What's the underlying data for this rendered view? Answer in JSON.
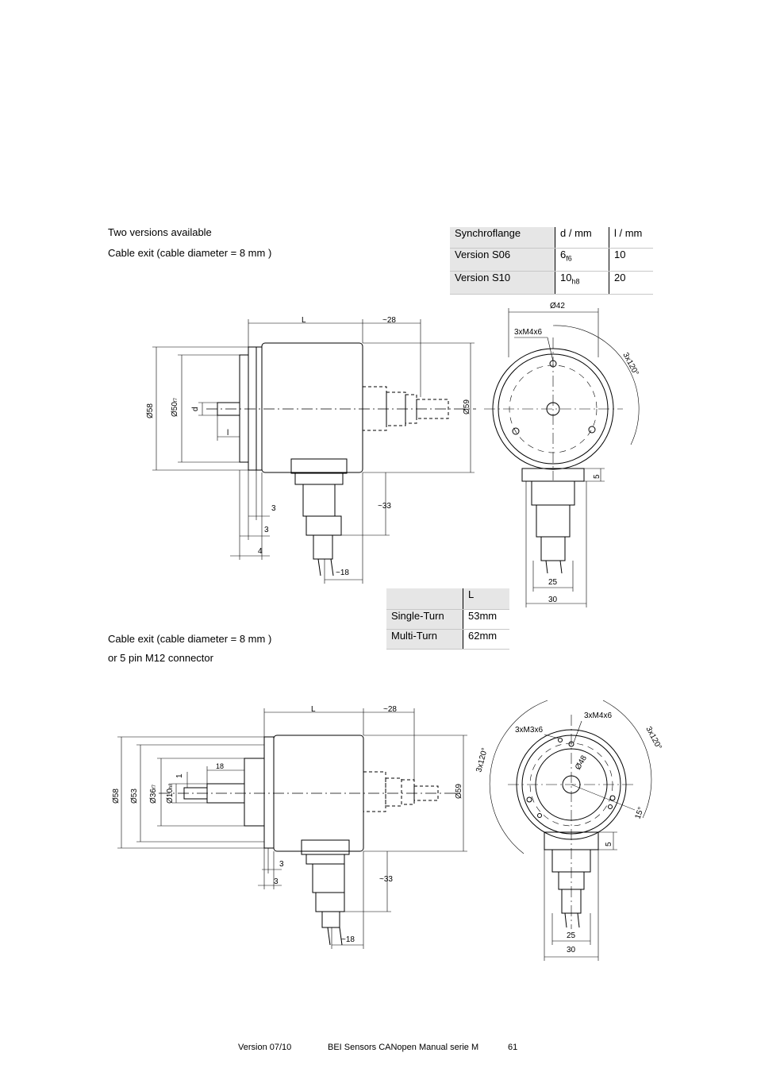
{
  "section1": {
    "line1": "Two versions available",
    "line2": "Cable exit (cable diameter = 8 mm )"
  },
  "flange_table": {
    "headers": [
      "Synchroflange",
      "d / mm",
      "l / mm"
    ],
    "rows": [
      {
        "name": "Version S06",
        "d": "6",
        "d_tol": "f6",
        "l": "10"
      },
      {
        "name": "Version S10",
        "d": "10",
        "d_tol": "h8",
        "l": "20"
      }
    ]
  },
  "length_table": {
    "header": "L",
    "rows": [
      {
        "name": "Single-Turn",
        "value": "53mm"
      },
      {
        "name": "Multi-Turn",
        "value": "62mm"
      }
    ]
  },
  "section2": {
    "line1": "Cable exit (cable diameter = 8 mm )",
    "line2": "or 5 pin M12 connector"
  },
  "drawing1": {
    "L": "L",
    "cable": "~28",
    "d58": "Ø58",
    "d50": "Ø50",
    "d50_tol": "f7",
    "d": "d",
    "l": "l",
    "d59": "Ø59",
    "dim3a": "3",
    "dim3b": "3",
    "dim4": "4",
    "dim33": "~33",
    "dim18": "~18"
  },
  "drawing1_front": {
    "d42": "Ø42",
    "thread": "3xM4x6",
    "angle": "3x120°",
    "dim5": "5",
    "dim25": "25",
    "dim30": "30"
  },
  "drawing2": {
    "L": "L",
    "cable": "~28",
    "d58": "Ø58",
    "d53": "Ø53",
    "d36": "Ø36",
    "d36_tol": "f7",
    "d10": "Ø10",
    "d10_tol": "h8",
    "dim1": "1",
    "dim18s": "18",
    "d59": "Ø59",
    "dim3a": "3",
    "dim3b": "3",
    "dim33": "~33",
    "dim18": "~18"
  },
  "drawing2_front": {
    "thread4": "3xM4x6",
    "thread3": "3xM3x6",
    "angle_left": "3x120°",
    "angle_right": "3x120°",
    "d48": "Ø48",
    "angle15": "15°",
    "dim5": "5",
    "dim25": "25",
    "dim30": "30"
  },
  "footer": {
    "version": "Version 07/10",
    "manual": "BEI Sensors CANopen Manual serie M",
    "page": "61"
  }
}
